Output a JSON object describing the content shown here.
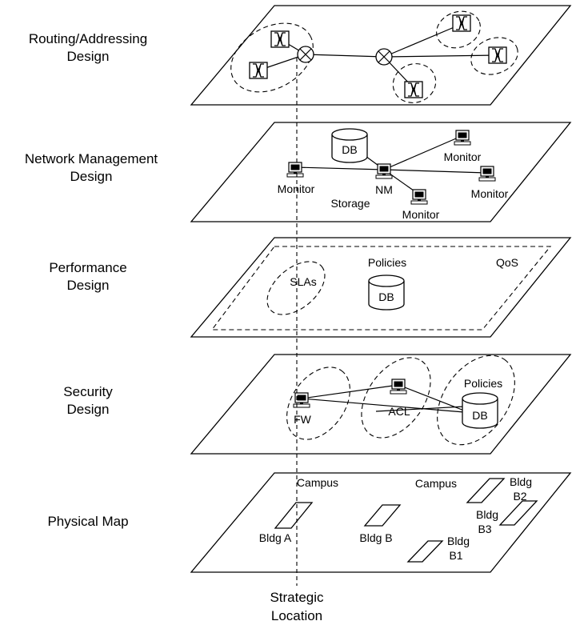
{
  "layers": [
    {
      "line1": "Routing/Addressing",
      "line2": "Design"
    },
    {
      "line1": "Network Management",
      "line2": "Design"
    },
    {
      "line1": "Performance",
      "line2": "Design"
    },
    {
      "line1": "Security",
      "line2": "Design"
    },
    {
      "line1": "Physical Map",
      "line2": ""
    }
  ],
  "nm": {
    "db": "DB",
    "monitor_left": "Monitor",
    "nm": "NM",
    "storage": "Storage",
    "monitor_bottom": "Monitor",
    "monitor_top_right": "Monitor",
    "monitor_right": "Monitor"
  },
  "perf": {
    "slas": "SLAs",
    "policies": "Policies",
    "db": "DB",
    "qos": "QoS"
  },
  "sec": {
    "fw": "FW",
    "acl": "ACL",
    "policies": "Policies",
    "db": "DB"
  },
  "phys": {
    "campus_left": "Campus",
    "campus_right": "Campus",
    "bldg_a": "Bldg A",
    "bldg_b": "Bldg B",
    "bldg_b1_1": "Bldg",
    "bldg_b1_2": "B1",
    "bldg_b2_1": "Bldg",
    "bldg_b2_2": "B2",
    "bldg_b3_1": "Bldg",
    "bldg_b3_2": "B3"
  },
  "strategic": {
    "line1": "Strategic",
    "line2": "Location"
  }
}
